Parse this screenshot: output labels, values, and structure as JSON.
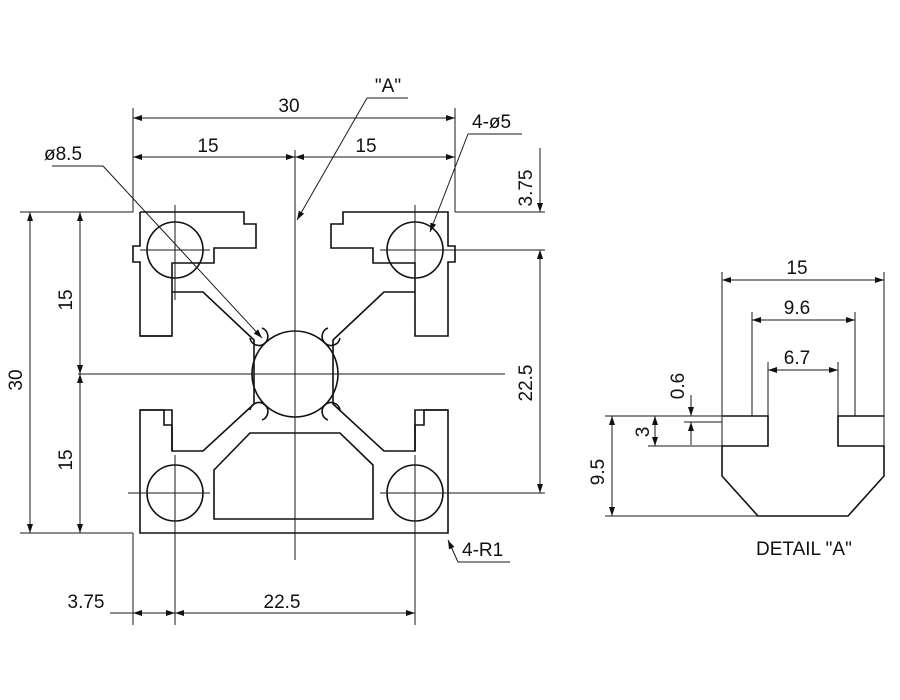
{
  "cross_section": {
    "overall_width": "30",
    "half_width_left": "15",
    "half_width_right": "15",
    "overall_height": "30",
    "half_height_upper": "15",
    "half_height_lower": "15",
    "center_bore": "ø8.5",
    "corner_holes": "4-ø5",
    "corner_radius": "4-R1",
    "hole_offset_top": "3.75",
    "hole_spacing_vertical": "22.5",
    "hole_offset_left": "3.75",
    "hole_spacing_horizontal": "22.5",
    "detail_callout": "\"A\""
  },
  "detail": {
    "title": "DETAIL \"A\"",
    "width_outer": "15",
    "width_inner": "9.6",
    "slot_opening": "6.7",
    "lip_thickness": "0.6",
    "slot_depth": "3",
    "total_depth": "9.5"
  }
}
